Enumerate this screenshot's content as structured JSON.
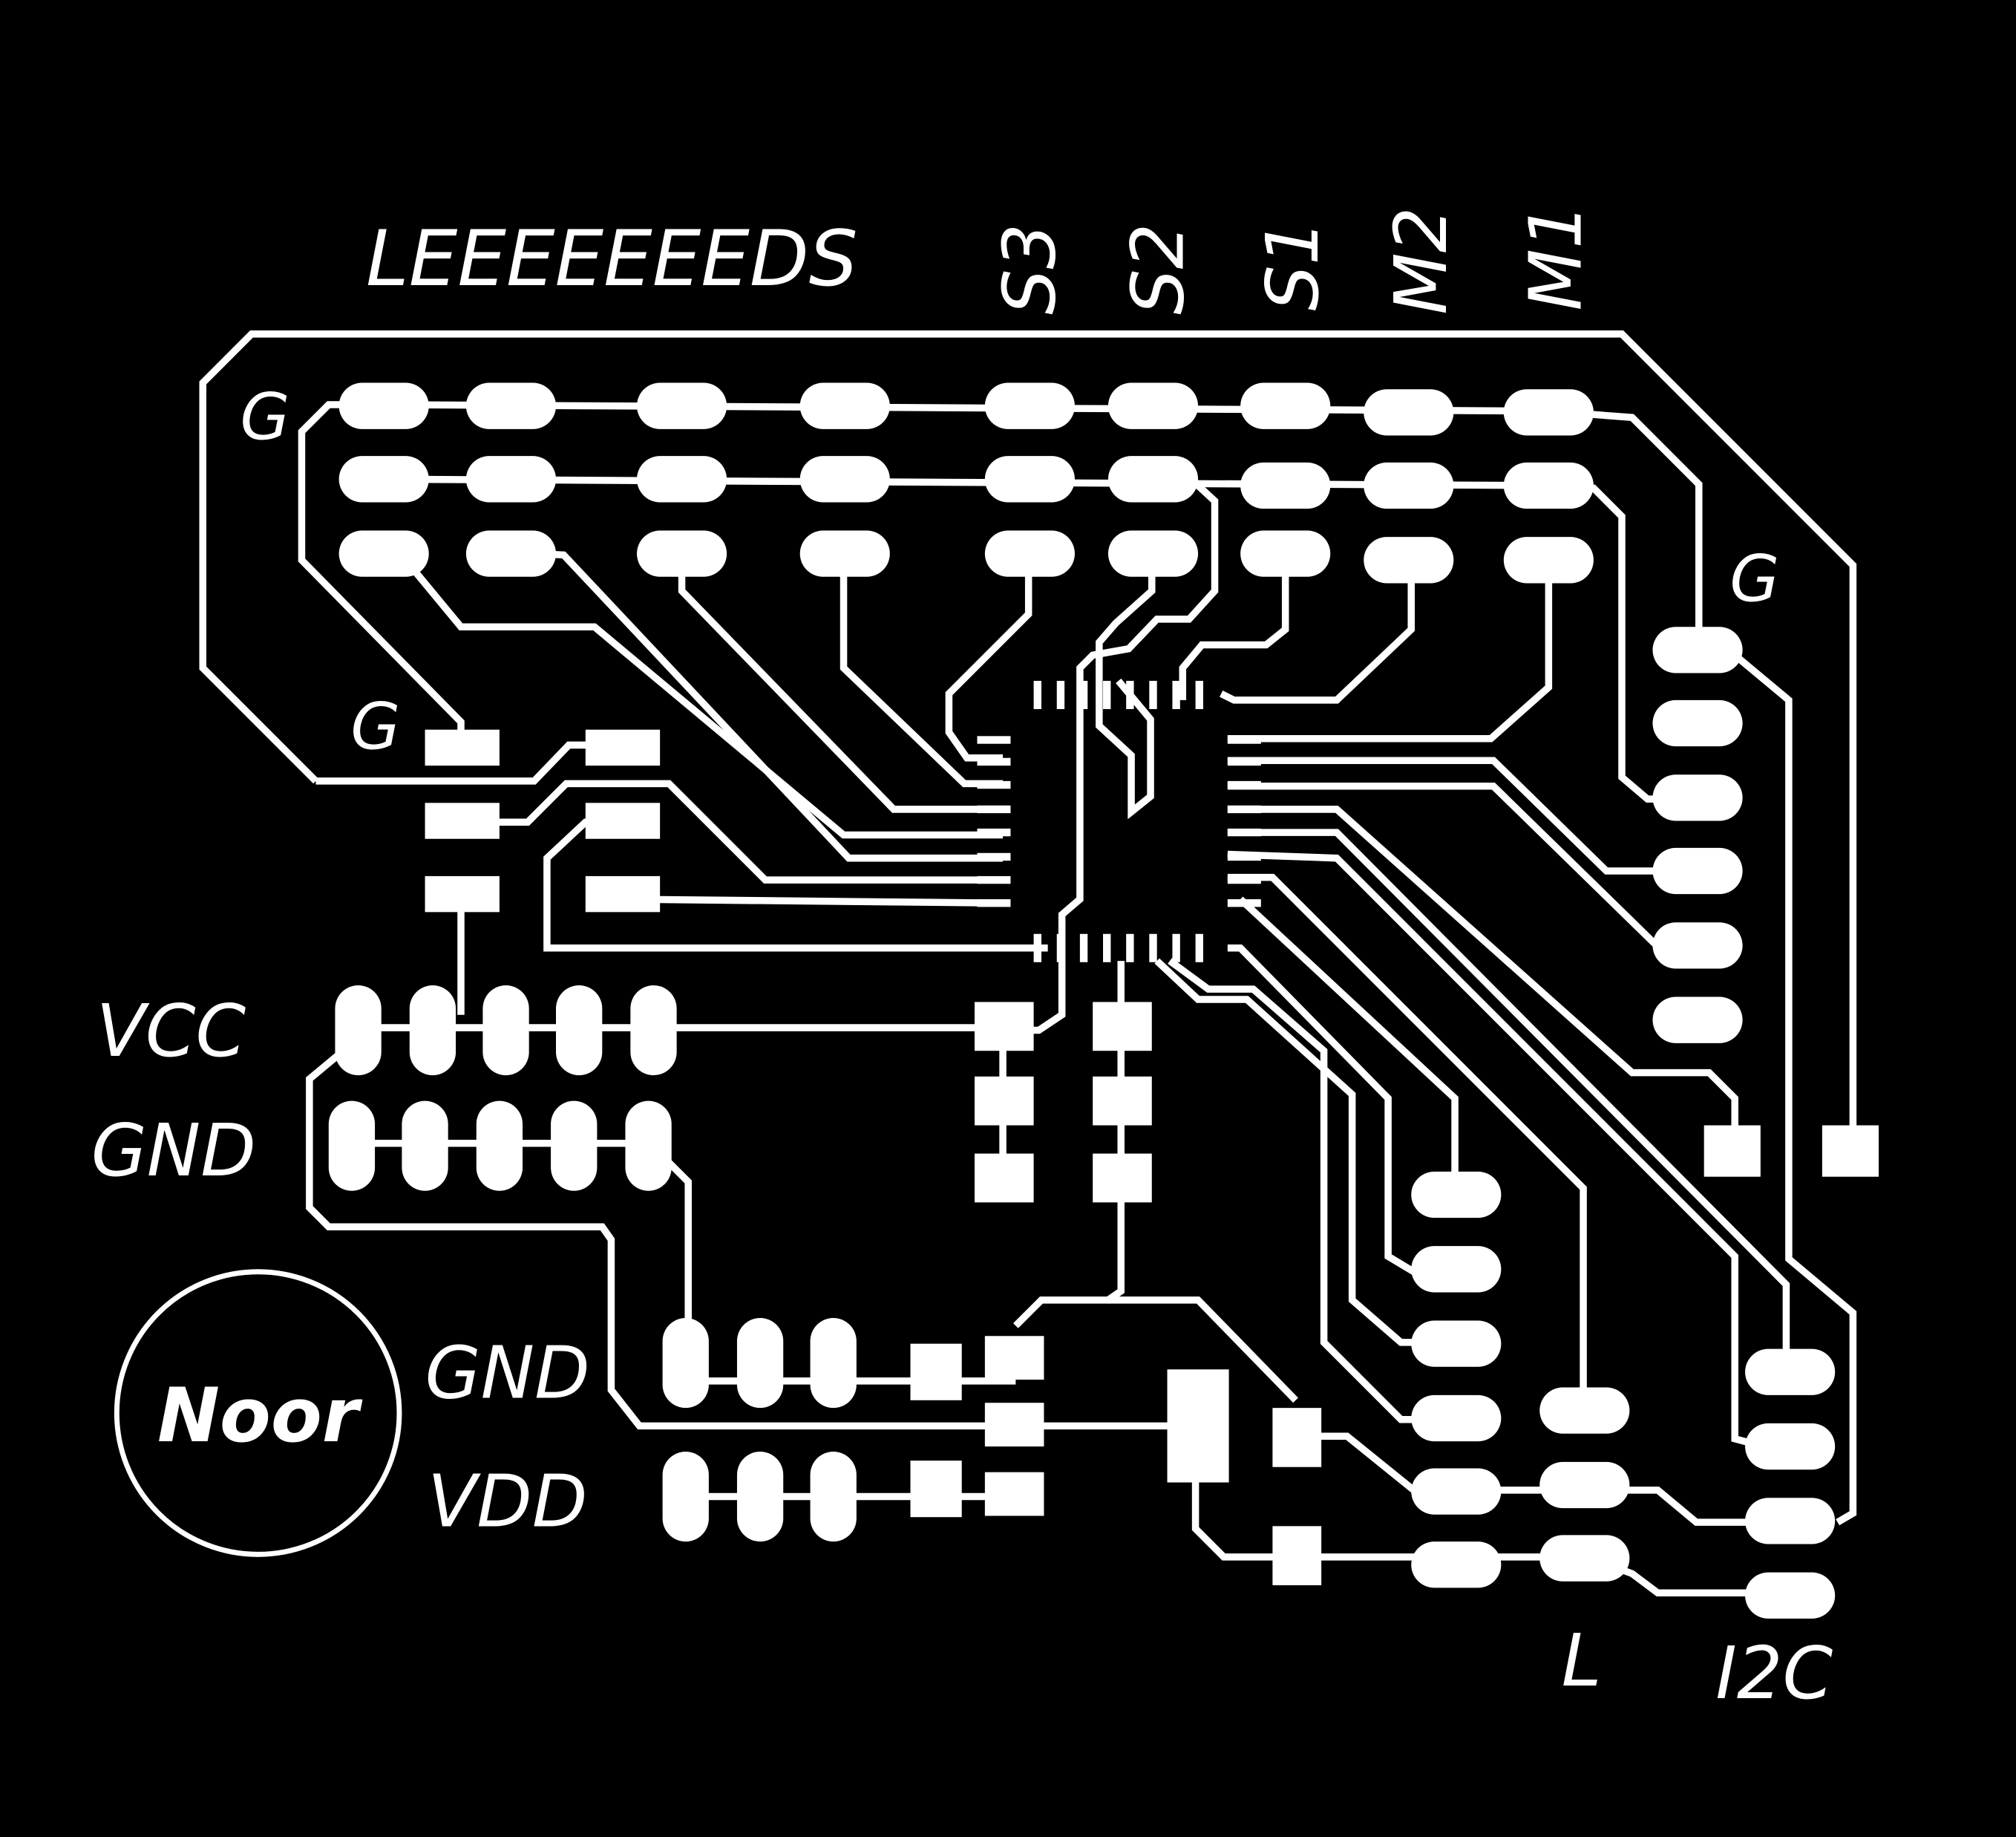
{
  "colors": {
    "background": "#000000",
    "copper": "#ffffff"
  },
  "labels": {
    "leds": "LEEEEEEEDS",
    "s3": "S3",
    "s2": "S2",
    "s1": "S1",
    "m2": "M2",
    "m1": "M1",
    "g_top": "G",
    "g_right": "G",
    "g_left": "G",
    "vcc": "VCC",
    "gnd_left": "GND",
    "gnd_bottom": "GND",
    "vdd": "VDD",
    "l": "L",
    "i2c": "I2C",
    "logo": "Noor"
  }
}
